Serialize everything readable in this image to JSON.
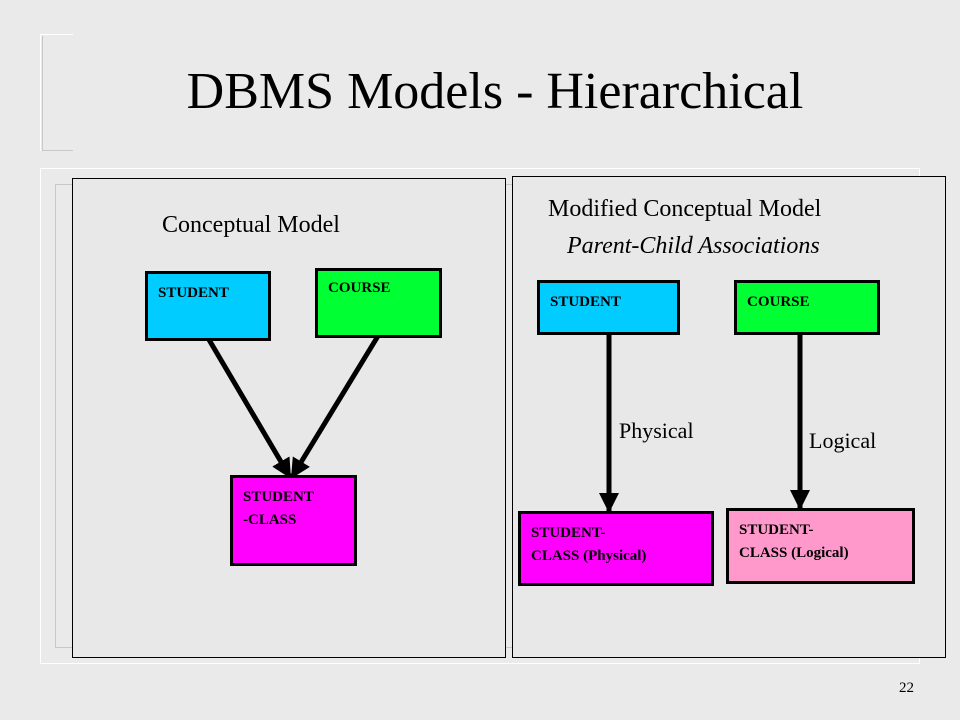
{
  "slide": {
    "title": "DBMS Models - Hierarchical",
    "page_number": "22"
  },
  "left_panel": {
    "heading": "Conceptual Model",
    "nodes": {
      "student": "STUDENT",
      "course": "COURSE",
      "student_class": "STUDENT -CLASS"
    }
  },
  "right_panel": {
    "heading": "Modified Conceptual Model",
    "subheading": "Parent-Child Associations",
    "nodes": {
      "student": "STUDENT",
      "course": "COURSE",
      "student_class_physical": "STUDENT- CLASS (Physical)",
      "student_class_logical": "STUDENT- CLASS (Logical)"
    },
    "edge_labels": {
      "physical": "Physical",
      "logical": "Logical"
    }
  },
  "colors": {
    "student": "#00ccff",
    "course": "#00ff33",
    "student_class": "#ff00ff",
    "student_class_logical": "#ff99cc"
  }
}
